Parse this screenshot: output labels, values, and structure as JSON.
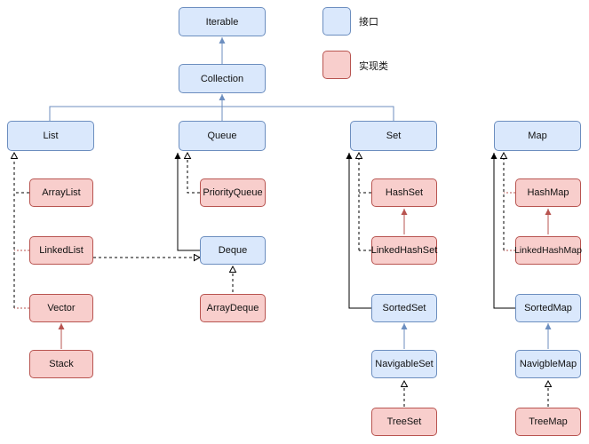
{
  "legend": {
    "interface": "接口",
    "implementation": "实现类"
  },
  "colors": {
    "interface_fill": "#dae8fc",
    "interface_border": "#6c8ebf",
    "impl_fill": "#f8cecc",
    "impl_border": "#b85450",
    "black": "#000000"
  },
  "nodes": {
    "iterable": "Iterable",
    "collection": "Collection",
    "list": "List",
    "queue": "Queue",
    "set": "Set",
    "map": "Map",
    "arraylist": "ArrayList",
    "linkedlist": "LinkedList",
    "vector": "Vector",
    "stack": "Stack",
    "priorityqueue": "PriorityQueue",
    "deque": "Deque",
    "arraydeque": "ArrayDeque",
    "hashset": "HashSet",
    "linkedhashset": "LinkedHashSet",
    "sortedset": "SortedSet",
    "navigableset": "NavigableSet",
    "treeset": "TreeSet",
    "hashmap": "HashMap",
    "linkedhashmap": "LinkedHashMap",
    "sortedmap": "SortedMap",
    "navigablemap": "NavigbleMap",
    "treemap": "TreeMap"
  }
}
